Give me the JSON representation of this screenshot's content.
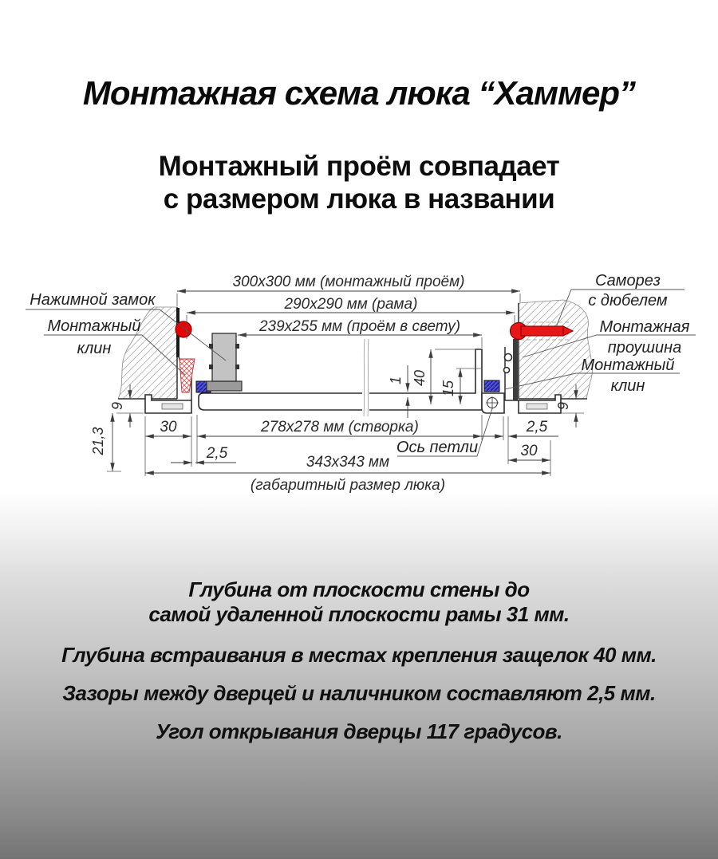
{
  "header": {
    "title": "Монтажная схема люка “Хаммер”",
    "subtitle_line1": "Монтажный проём совпадает",
    "subtitle_line2": "с размером люка в названии"
  },
  "diagram": {
    "dims": {
      "opening": "300х300 мм (монтажный проём)",
      "frame": "290х290 мм (рама)",
      "clear": "239х255 мм (проём в свету)",
      "leaf": "278х278 мм (створка)",
      "overall_line1": "343х343 мм",
      "overall_line2": "(габаритный размер люка)",
      "d9_left": "9",
      "d21_3": "21,3",
      "d30_left": "30",
      "d2_5_left": "2,5",
      "d1": "1",
      "d40": "40",
      "d15": "15",
      "d2_5_right": "2,5",
      "d30_right": "30",
      "d9_right": "9"
    },
    "labels": {
      "press_lock": "Нажимной замок",
      "wedge_left_1": "Монтажный",
      "wedge_left_2": "клин",
      "screw_1": "Саморез",
      "screw_2": "с дюбелем",
      "lug_1": "Монтажная",
      "lug_2": "проушина",
      "wedge_right_1": "Монтажный",
      "wedge_right_2": "клин",
      "hinge_axis": "Ось петли"
    },
    "colors": {
      "lock_button": "#e80000",
      "screw": "#e81616",
      "seal_block": "#5050dd",
      "wedge_hatch": "#e05050"
    }
  },
  "notes": {
    "n1a": "Глубина от плоскости стены до",
    "n1b": "самой удаленной плоскости рамы 31 мм.",
    "n2": "Глубина встраивания в местах крепления защелок 40 мм.",
    "n3": "Зазоры между дверцей и наличником составляют 2,5 мм.",
    "n4": "Угол открывания дверцы 117 градусов."
  }
}
